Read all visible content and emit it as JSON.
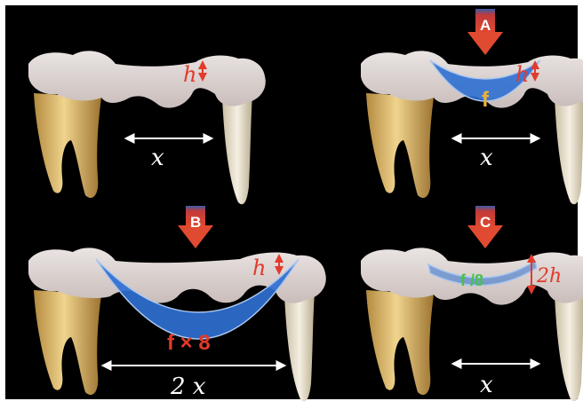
{
  "panels": [
    {
      "id": "top-left",
      "height_label": "h",
      "width_label": "x"
    },
    {
      "id": "top-right",
      "arrow_label": "A",
      "height_label": "h",
      "width_label": "x",
      "deflection_label": "f"
    },
    {
      "id": "bottom-left",
      "arrow_label": "B",
      "height_label": "h",
      "width_label": "2 x",
      "deflection_label": "f × 8"
    },
    {
      "id": "bottom-right",
      "arrow_label": "C",
      "height_label": "2h",
      "width_label": "x",
      "deflection_label": "f /8"
    }
  ],
  "colors": {
    "background": "#000000",
    "frame": "#ffffff",
    "arrow": "#d83a2b",
    "arrow_top": "#3a5da8",
    "deflection_fill": "#2f6fd0",
    "dimension_red": "#e23a2c",
    "dimension_white": "#ffffff",
    "label_f": "#e8b23a",
    "label_f8": "#48c248",
    "label_fx8": "#e23a2c",
    "bone": "#d8d0cc",
    "tooth_root": "#e3c98a"
  },
  "icons": [
    "down-arrow-icon",
    "double-headed-arrow-icon"
  ]
}
